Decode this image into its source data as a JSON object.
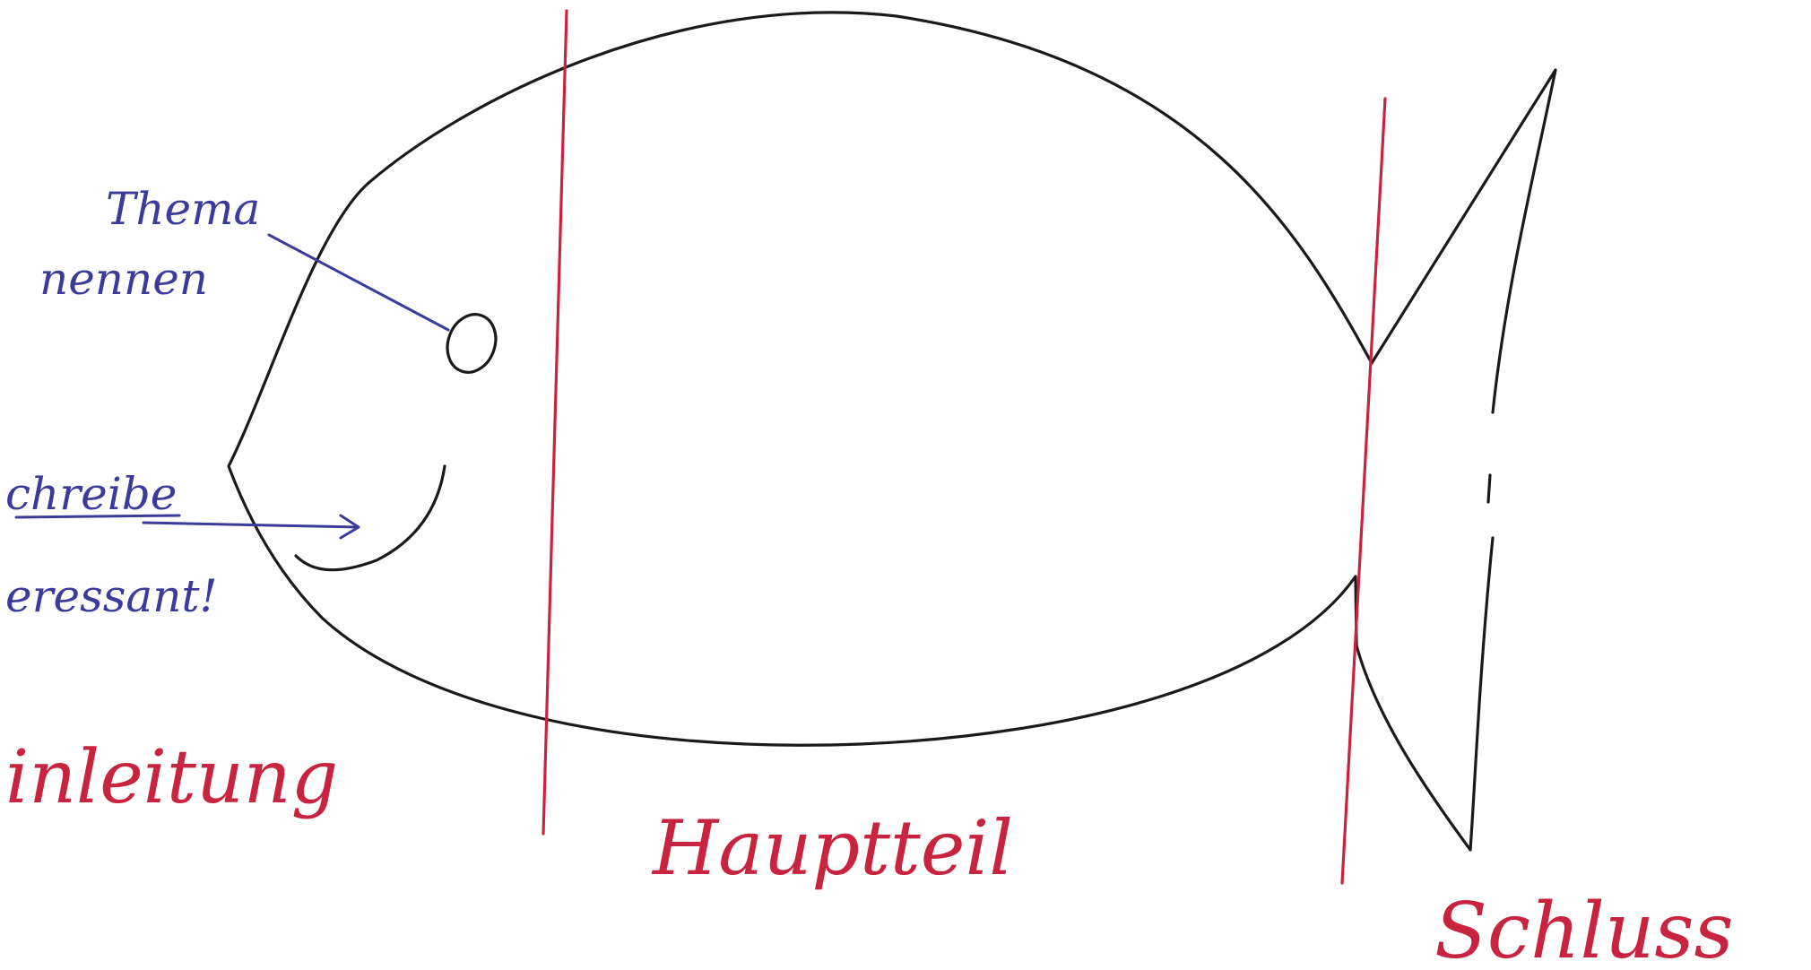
{
  "sections": {
    "einleitung": "inleitung",
    "hauptteil": "Hauptteil",
    "schluss": "Schluss"
  },
  "annotations": {
    "thema_line1": "Thema",
    "thema_line2": "nennen",
    "schreibe_line1": "chreibe",
    "schreibe_line2": "eressant!"
  },
  "colors": {
    "outline": "#1a1a1a",
    "section_lines": "#c8243f",
    "annotations": "#3b3b9b",
    "background": "#ffffff"
  }
}
